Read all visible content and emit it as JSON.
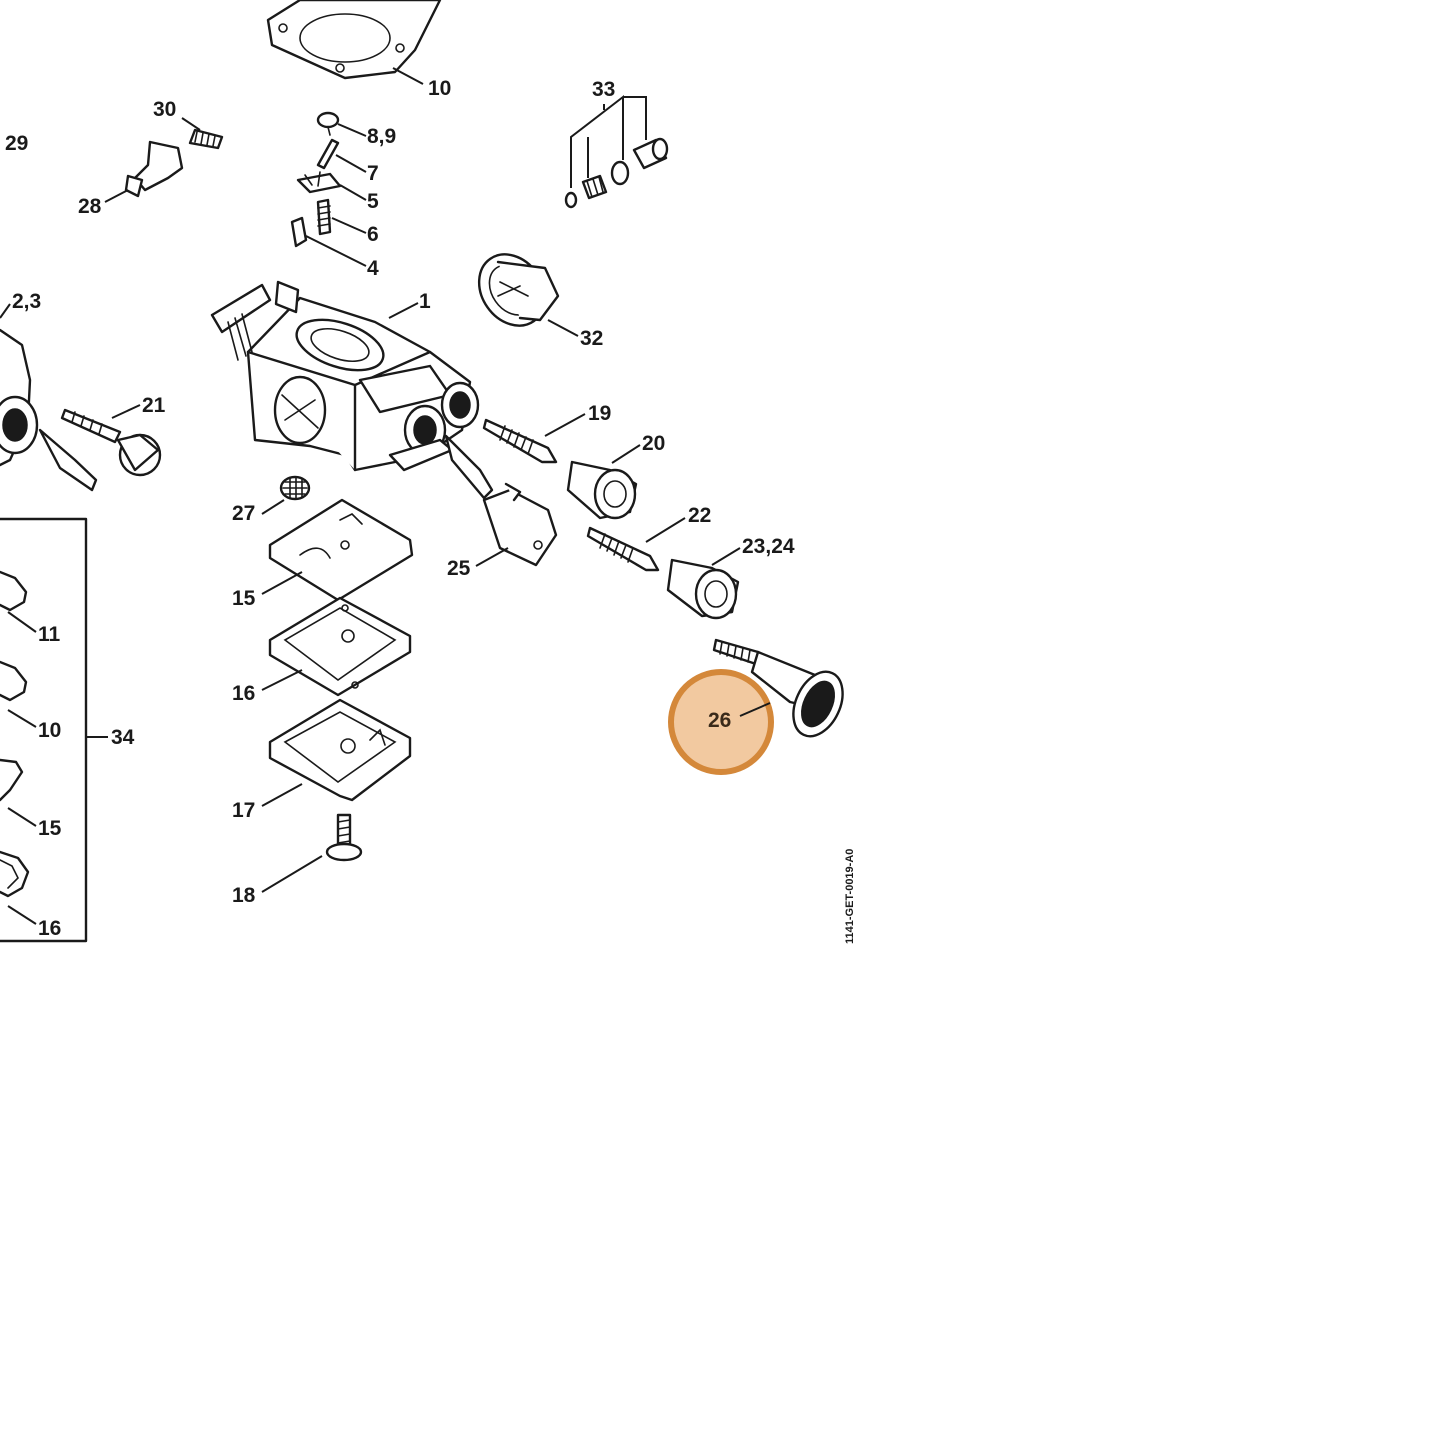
{
  "callouts": {
    "c1": "1",
    "c23": "2,3",
    "c4": "4",
    "c5": "5",
    "c6": "6",
    "c7": "7",
    "c89": "8,9",
    "c10a": "10",
    "c10b": "10",
    "c11": "11",
    "c15a": "15",
    "c15b": "15",
    "c16a": "16",
    "c16b": "16",
    "c17": "17",
    "c18": "18",
    "c19": "19",
    "c20": "20",
    "c21": "21",
    "c22": "22",
    "c2324": "23,24",
    "c25": "25",
    "c26": "26",
    "c27": "27",
    "c28": "28",
    "c29": "29",
    "c30": "30",
    "c32": "32",
    "c33": "33",
    "c34": "34"
  },
  "highlighted_part": "26",
  "drawing_code": "1141-GET-0019-A0",
  "colors": {
    "highlight_ring": "#D4883A",
    "highlight_fill": "#F2C9A0",
    "line": "#1a1a1a",
    "background": "#ffffff"
  }
}
